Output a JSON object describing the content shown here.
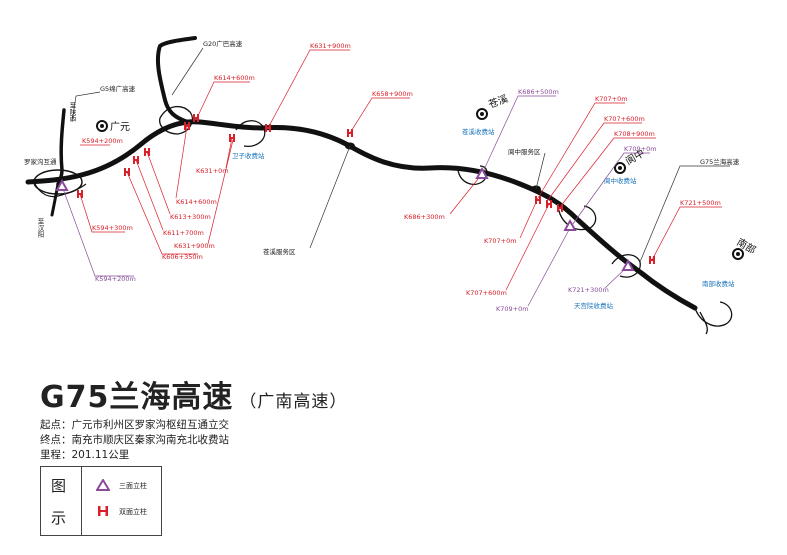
{
  "title": "G75兰海高速",
  "subtitle": "（广南高速）",
  "info": {
    "start": "起点：广元市利州区罗家沟枢纽互通立交",
    "end": "终点：南充市顺庆区秦家沟南充北收费站",
    "distance": "里程：201.11公里"
  },
  "legend": {
    "title_top": "图",
    "title_bottom": "示",
    "item1": "三面立柱",
    "item2": "双面立柱"
  },
  "cities": {
    "guangyuan": "广元",
    "cangxi": "苍溪",
    "langzhong": "阆中",
    "nanbu": "南部"
  },
  "labels": {
    "g20": "G20广巴高速",
    "g5": "G5绵广高速",
    "g75": "G75兰海高速",
    "xiaozhen": "至陕西",
    "luojiagou": "罗家沟互通",
    "zhiyangxian": "至汉阳",
    "weizi": "卫子收费站",
    "cangxi_toll": "苍溪收费站",
    "cangxi_service": "苍溪服务区",
    "langzhong_service": "阆中服务区",
    "langzhong_toll": "阆中收费站",
    "tianguan_toll": "天宫院收费站",
    "nanbu_toll": "南部收费站"
  },
  "stakes": {
    "k594_200_a": "K594+200m",
    "k594_300": "K594+300m",
    "k594_200_b": "K594+200m",
    "k614_600_a": "K614+600m",
    "k614_600_b": "K614+600m",
    "k613_300": "K613+300m",
    "k611_700": "K611+700m",
    "k631_900_a": "K631+900m",
    "k606_350": "K606+350m",
    "k631_0": "K631+0m",
    "k631_900_b": "K631+900m",
    "k658_900": "K658+900m",
    "k686_500": "K686+500m",
    "k686_300": "K686+300m",
    "k707_0_a": "K707+0m",
    "k707_600_a": "K707+600m",
    "k708_900": "K708+900m",
    "k709_0_a": "K709+0m",
    "k707_0_b": "K707+0m",
    "k707_600_b": "K707+600m",
    "k709_0_b": "K709+0m",
    "k721_500": "K721+500m",
    "k721_300": "K721+300m"
  },
  "colors": {
    "road": "#111111",
    "red_marker": "#d9202a",
    "purple_marker": "#8a4c9a",
    "toll_text": "#1a75bc",
    "leader_black": "#333333"
  }
}
